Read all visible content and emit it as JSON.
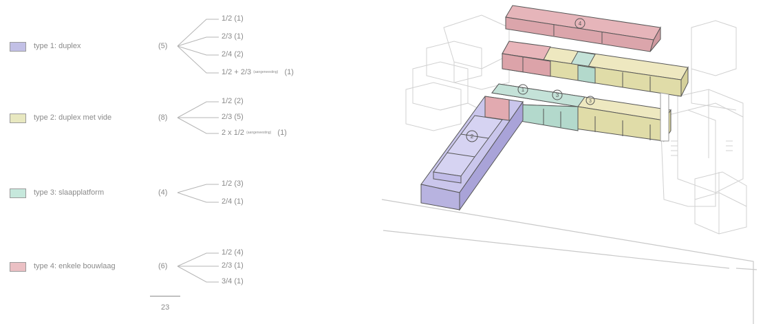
{
  "types": [
    {
      "label": "type 1:  duplex",
      "count": "(5)",
      "color": "#c2c0e6",
      "subs": [
        {
          "text": "1/2   (1)"
        },
        {
          "text": "2/3   (1)"
        },
        {
          "text": "2/4   (2)"
        },
        {
          "text": "1/2 + 2/3",
          "small": "(aangeneesting)",
          "tail": "(1)"
        }
      ]
    },
    {
      "label": "type 2:  duplex met vide",
      "count": "(8)",
      "color": "#e8e8c0",
      "subs": [
        {
          "text": "1/2   (2)"
        },
        {
          "text": "2/3   (5)"
        },
        {
          "text": "2 x 1/2",
          "small": "(aangeneesting)",
          "tail": "(1)"
        }
      ]
    },
    {
      "label": "type 3:  slaapplatform",
      "count": "(4)",
      "color": "#c6e8dc",
      "subs": [
        {
          "text": "1/2   (3)"
        },
        {
          "text": "2/4   (1)"
        }
      ]
    },
    {
      "label": "type 4:  enkele bouwlaag",
      "count": "(6)",
      "color": "#ebc0c4",
      "subs": [
        {
          "text": "1/2   (4)"
        },
        {
          "text": "2/3   (1)"
        },
        {
          "text": "3/4   (1)"
        }
      ]
    }
  ],
  "total": "23",
  "diagram_markers": [
    "4",
    "1",
    "3",
    "3",
    "2"
  ]
}
